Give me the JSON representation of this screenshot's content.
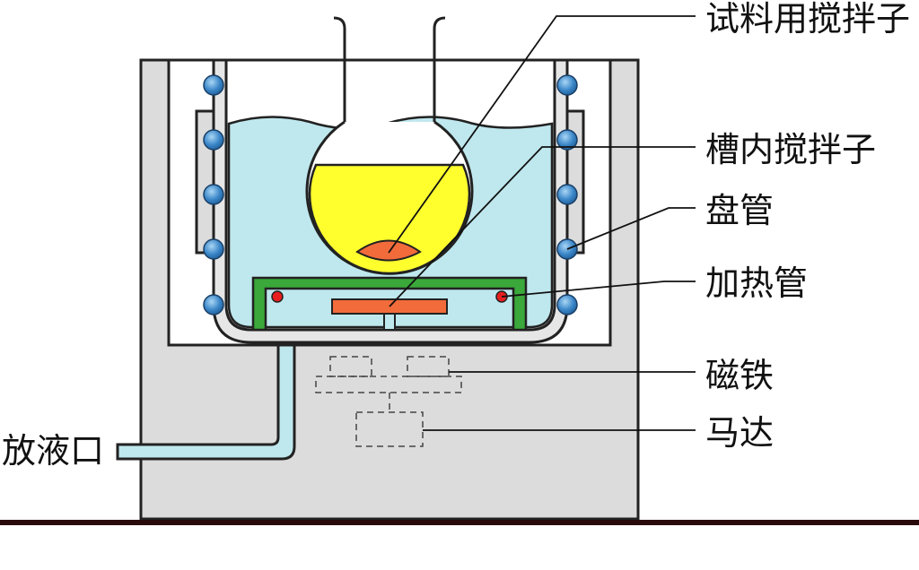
{
  "labels": {
    "sample_stirrer": "试料用搅拌子",
    "bath_stirrer": "槽内搅拌子",
    "coil_tube": "盘管",
    "heating_tube": "加热管",
    "magnet": "磁铁",
    "motor": "马达",
    "drain_outlet": "放液口"
  },
  "colors": {
    "housing": "#dcdcdc",
    "bath_liquid": "#bfe8ee",
    "sample_liquid": "#ffff2e",
    "stirrer_bar": "#f26b3a",
    "heater_frame": "#3aa83a",
    "heater_element": "#e81e1e",
    "coil": "#3a86c8",
    "base_line": "#2a0a0a"
  }
}
